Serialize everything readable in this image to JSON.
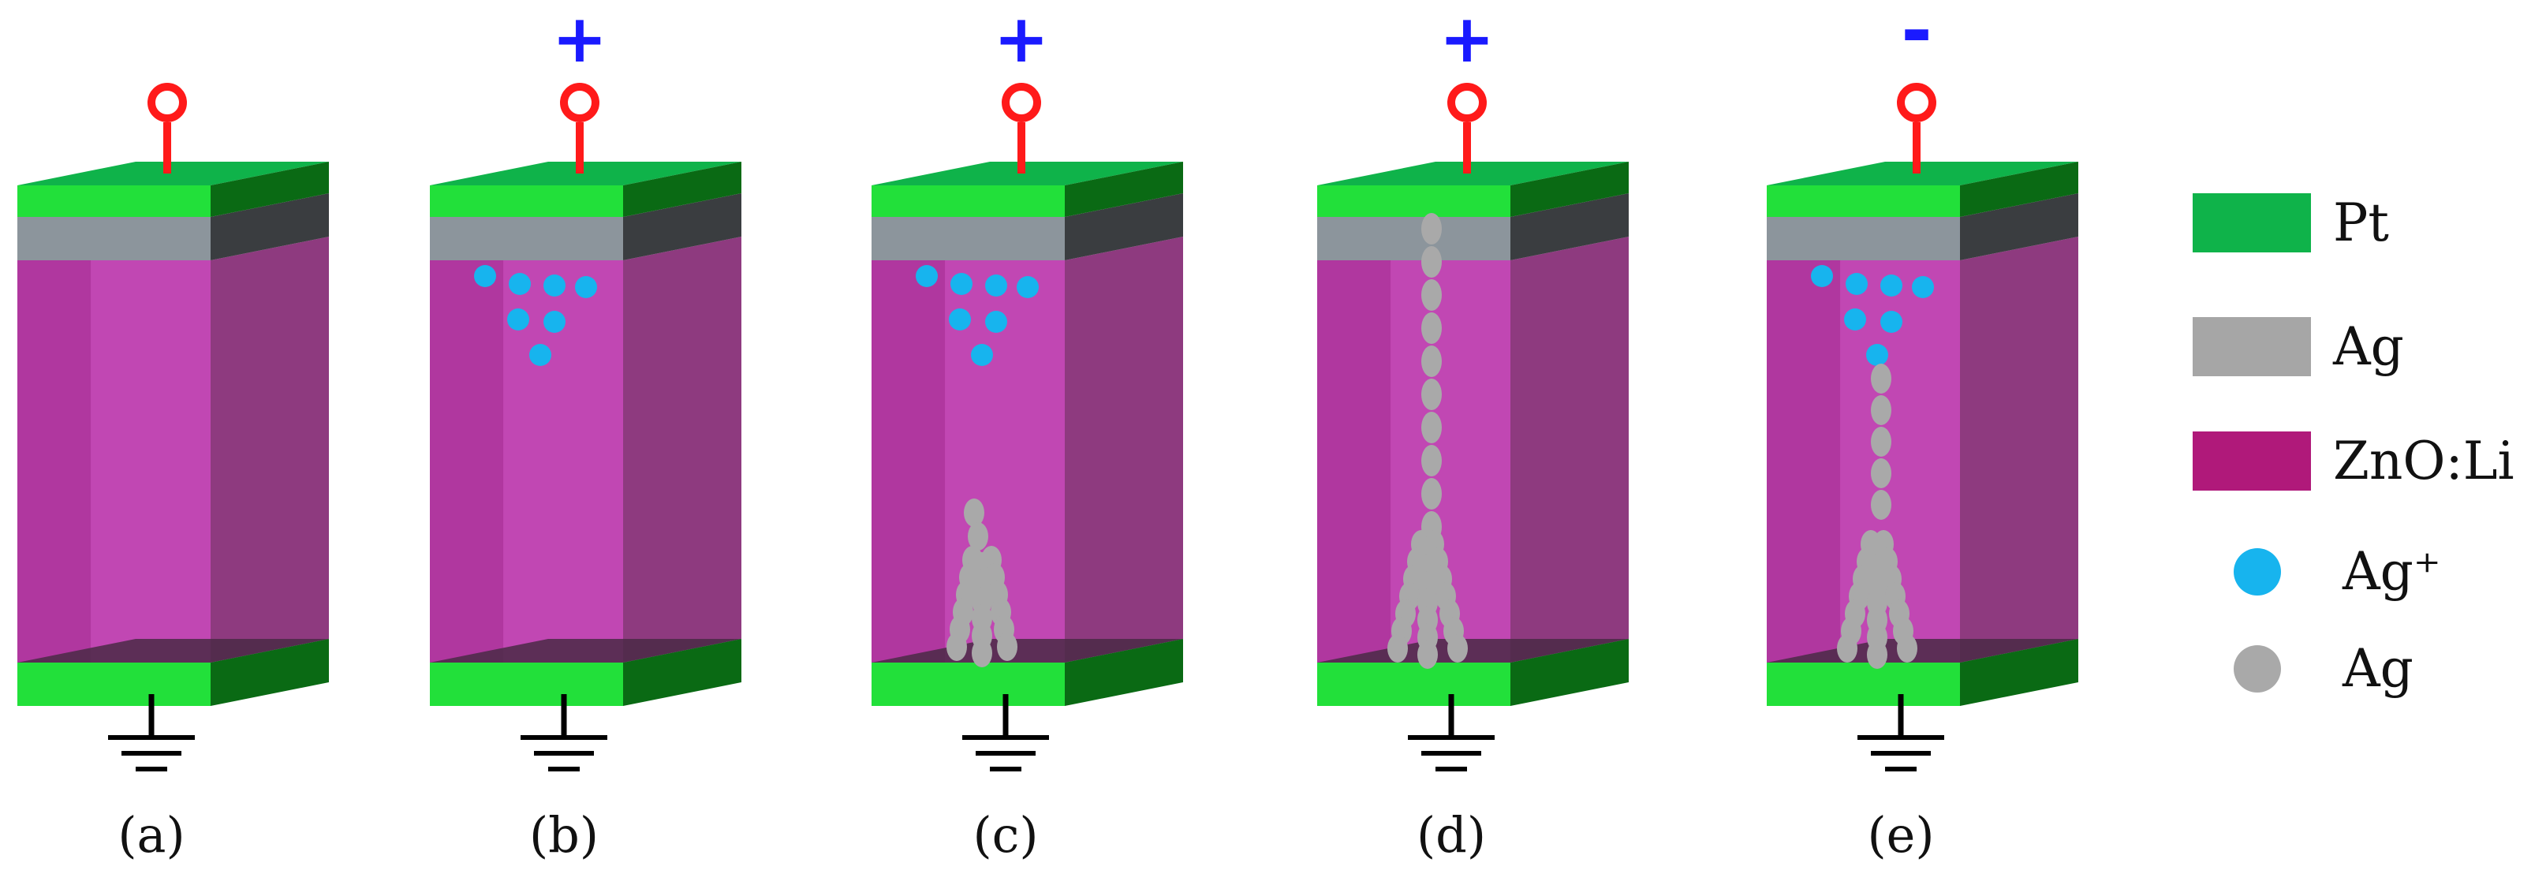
{
  "colors": {
    "pt": "#0fb34a",
    "pt_front": "#22e03a",
    "pt_side": "#0a6a14",
    "ag_layer_front": "#8c959c",
    "ag_layer_side": "#3a3d40",
    "zno_front": "#b0379f",
    "zno_mid": "#c64bb8",
    "zno_side": "#8e3a7f",
    "ag_ion": "#17b4ee",
    "ag_atom": "#a9a9a9",
    "lead": "#ff1a1a",
    "polarity": "#1a1aff"
  },
  "cells": [
    {
      "label": "(a)",
      "polarity": "",
      "ions": 0,
      "filament": "none"
    },
    {
      "label": "(b)",
      "polarity": "+",
      "ions": 7,
      "filament": "none"
    },
    {
      "label": "(c)",
      "polarity": "+",
      "ions": 7,
      "filament": "partial"
    },
    {
      "label": "(d)",
      "polarity": "+",
      "ions": 0,
      "filament": "full"
    },
    {
      "label": "(e)",
      "polarity": "-",
      "ions": 7,
      "filament": "ruptured"
    }
  ],
  "legend": [
    {
      "name": "Pt",
      "swatch": "rect",
      "color": "#0fb34a"
    },
    {
      "name": "Ag",
      "swatch": "rect",
      "color": "#a6a6a6"
    },
    {
      "name": "ZnO:Li",
      "swatch": "rect",
      "color": "#b0197a"
    },
    {
      "name": "Ag⁺",
      "swatch": "dot",
      "color": "#17b4ee"
    },
    {
      "name": "Ag",
      "swatch": "dot",
      "color": "#a9a9a9"
    }
  ]
}
